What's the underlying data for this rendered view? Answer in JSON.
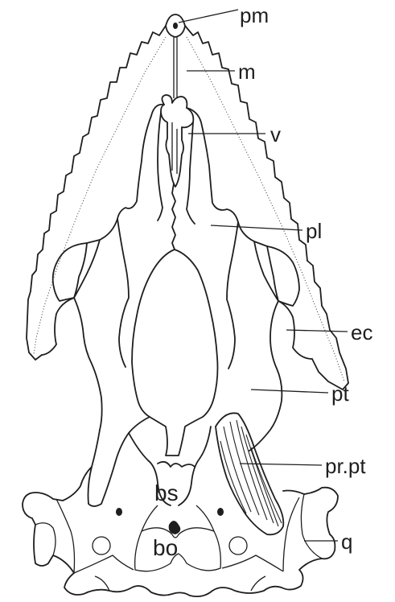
{
  "diagram": {
    "labels": {
      "pm": "pm",
      "m": "m",
      "v": "v",
      "pl": "pl",
      "ec": "ec",
      "pt": "pt",
      "pr_pt": "pr.pt",
      "q": "q",
      "bs": "bs",
      "bo": "bo"
    }
  }
}
